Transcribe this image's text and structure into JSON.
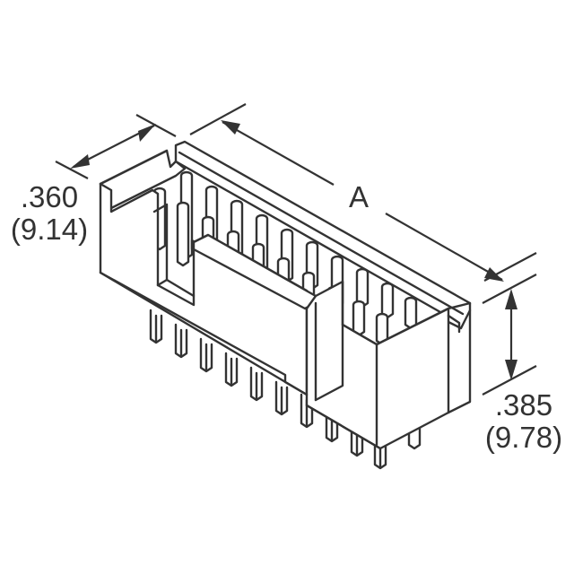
{
  "diagram": {
    "subject": "dual-row shrouded pin header connector, isometric view",
    "line_color": "#333333",
    "background": "#ffffff",
    "dimensions": {
      "depth": {
        "inch": ".360",
        "mm": "(9.14)"
      },
      "length": {
        "label": "A"
      },
      "height": {
        "inch": ".385",
        "mm": "(9.78)"
      }
    },
    "pin_rows": 2,
    "visible_bottom_pins": 10
  }
}
